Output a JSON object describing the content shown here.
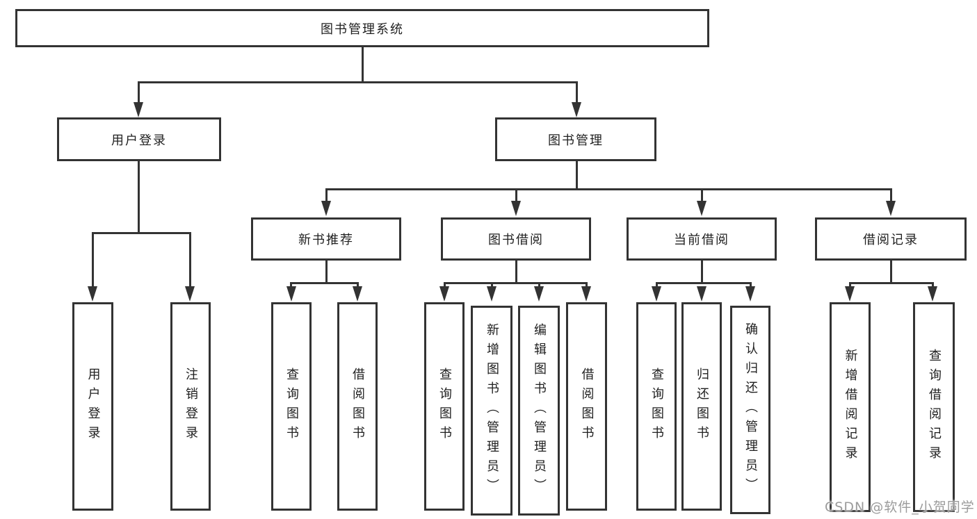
{
  "diagram": {
    "title": "图书管理系统",
    "type": "hierarchy-diagram"
  },
  "colors": {
    "line": "#333333",
    "text": "#1f1f1f",
    "box_background": "#ffffff",
    "watermark": "#9b9b9b"
  },
  "tree": {
    "label": "图书管理系统",
    "children": [
      {
        "label": "用户登录",
        "children": [
          {
            "label": "用户登录"
          },
          {
            "label": "注销登录"
          }
        ]
      },
      {
        "label": "图书管理",
        "children": [
          {
            "label": "新书推荐",
            "children": [
              {
                "label": "查询图书"
              },
              {
                "label": "借阅图书"
              }
            ]
          },
          {
            "label": "图书借阅",
            "children": [
              {
                "label": "查询图书"
              },
              {
                "label": "新增图书（管理员）"
              },
              {
                "label": "编辑图书（管理员）"
              },
              {
                "label": "借阅图书"
              }
            ]
          },
          {
            "label": "当前借阅",
            "children": [
              {
                "label": "查询图书"
              },
              {
                "label": "归还图书"
              },
              {
                "label": "确认归还（管理员）"
              }
            ]
          },
          {
            "label": "借阅记录",
            "children": [
              {
                "label": "新增借阅记录"
              },
              {
                "label": "查询借阅记录"
              }
            ]
          }
        ]
      }
    ]
  },
  "watermark": {
    "text": "CSDN @软件_小贺同学"
  }
}
